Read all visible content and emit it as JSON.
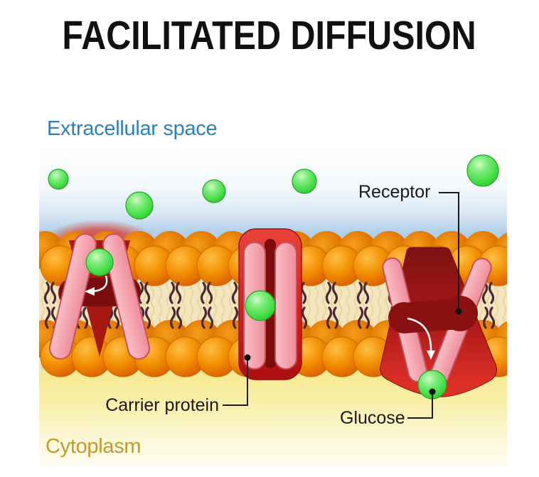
{
  "title": "FACILITATED DIFFUSION",
  "labels": {
    "extracellular": "Extracellular space",
    "cytoplasm": "Cytoplasm",
    "receptor": "Receptor",
    "carrier_protein": "Carrier protein",
    "glucose": "Glucose"
  },
  "colors": {
    "title_text": "#111111",
    "extracellular_label_text": "#2c80bc",
    "cytoplasm_label_text": "#c49b2b",
    "annotation_text": "#1a1a1a",
    "extracellular_background_blue": "#a9cce6",
    "cytoplasm_background_yellow": "#f6e88f",
    "membrane_interior_cream": "#f3e5be",
    "phospholipid_head_orange": "#f08a00",
    "phospholipid_tail_brown": "#4a2733",
    "protein_pink": "#f4a3ae",
    "protein_red": "#c21a1a",
    "protein_dark_red": "#7a0e0e",
    "glucose_green": "#46df46"
  },
  "molecule_counts": {
    "glucose_extracellular": 5,
    "glucose_inside_proteins": 2,
    "glucose_released_to_cytoplasm": 1,
    "transport_proteins": 3
  }
}
